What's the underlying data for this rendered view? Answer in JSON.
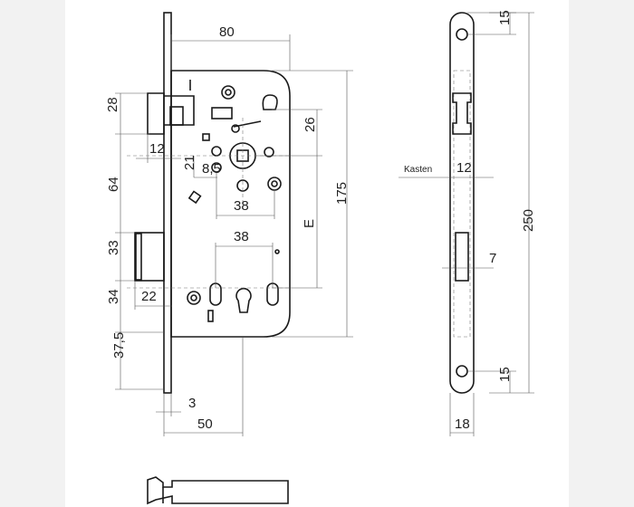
{
  "labels": {
    "width_80": "80",
    "height_28": "28",
    "offset_12": "12",
    "dist_26": "26",
    "dist_21": "21",
    "dist_8_5": "8,5",
    "dist_38_top": "38",
    "height_175": "175",
    "dist_64": "64",
    "dist_e": "E",
    "dist_38_mid": "38",
    "height_33": "33",
    "width_22": "22",
    "height_34": "34",
    "height_37_5": "37,5",
    "thickness_3": "3",
    "backset_50": "50",
    "plate_15_top": "15",
    "kasten": "Kasten",
    "plate_12": "12",
    "height_250": "250",
    "slot_7": "7",
    "plate_15_bottom": "15",
    "plate_18": "18"
  }
}
